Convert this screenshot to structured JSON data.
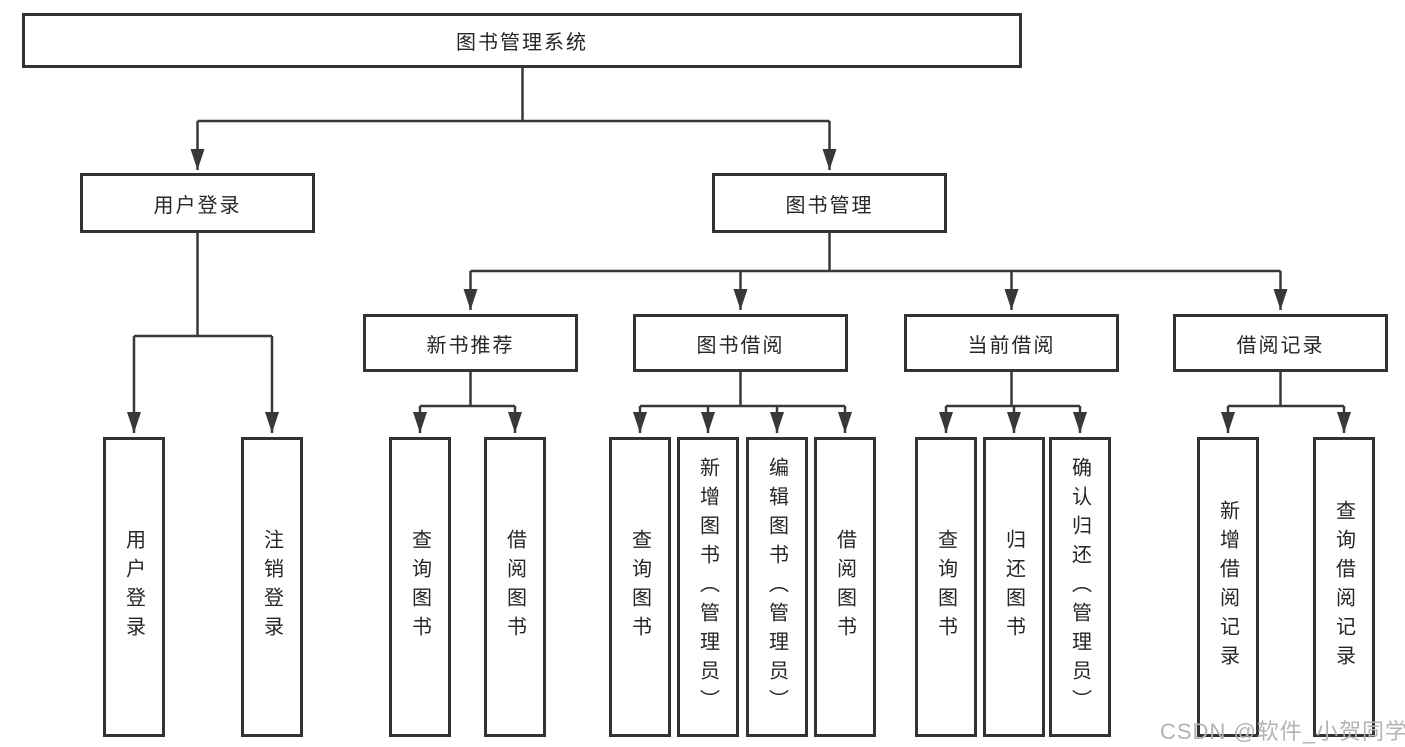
{
  "colors": {
    "line": "#383838",
    "box_border": "#333333",
    "text": "#262626",
    "watermark": "#b3b3b3",
    "background": "#ffffff"
  },
  "tree": {
    "root": {
      "label": "图书管理系统",
      "children": [
        {
          "label": "用户登录",
          "children": [
            {
              "label": "用户登录"
            },
            {
              "label": "注销登录"
            }
          ]
        },
        {
          "label": "图书管理",
          "children": [
            {
              "label": "新书推荐",
              "children": [
                {
                  "label": "查询图书"
                },
                {
                  "label": "借阅图书"
                }
              ]
            },
            {
              "label": "图书借阅",
              "children": [
                {
                  "label": "查询图书"
                },
                {
                  "label": "新增图书（管理员）"
                },
                {
                  "label": "编辑图书（管理员）"
                },
                {
                  "label": "借阅图书"
                }
              ]
            },
            {
              "label": "当前借阅",
              "children": [
                {
                  "label": "查询图书"
                },
                {
                  "label": "归还图书"
                },
                {
                  "label": "确认归还（管理员）"
                }
              ]
            },
            {
              "label": "借阅记录",
              "children": [
                {
                  "label": "新增借阅记录"
                },
                {
                  "label": "查询借阅记录"
                }
              ]
            }
          ]
        }
      ]
    }
  },
  "watermark": {
    "text": "CSDN @软件_小贺同学"
  }
}
